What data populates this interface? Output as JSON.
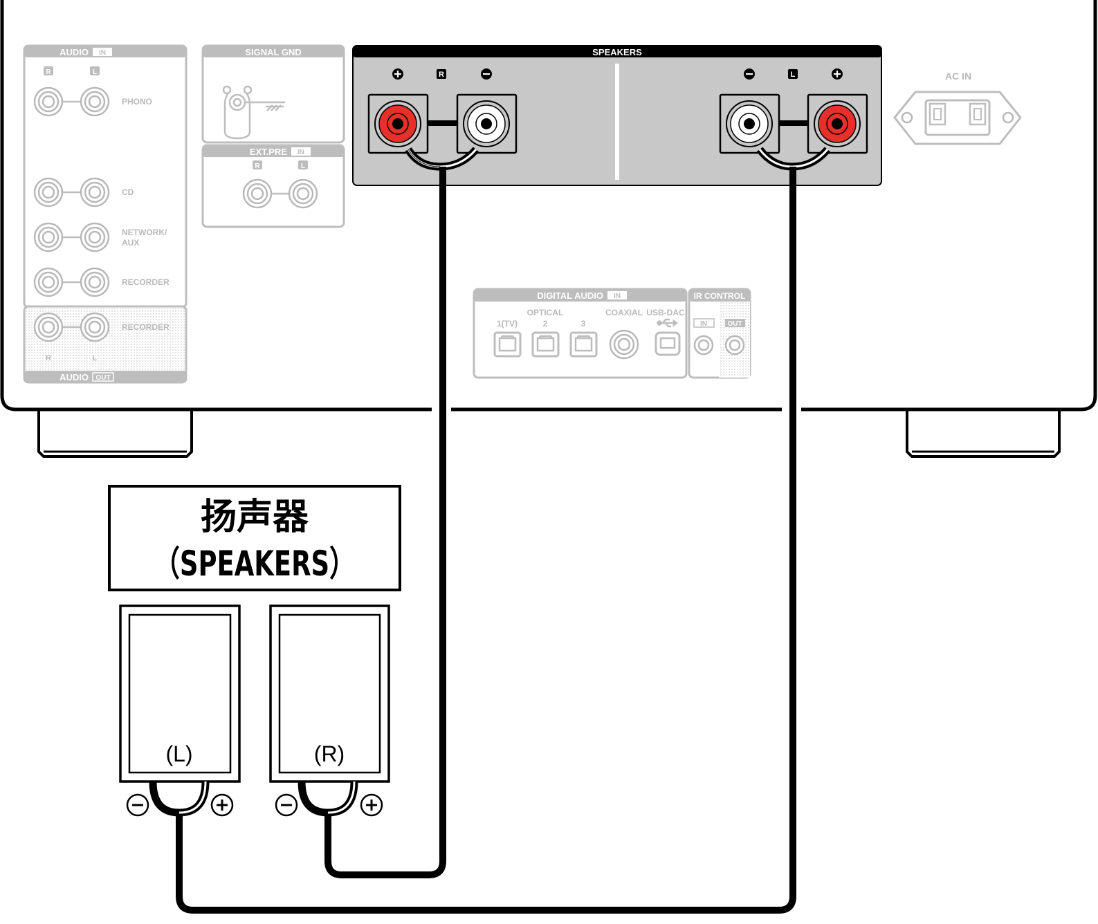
{
  "audio_in_panel": {
    "header": "AUDIO",
    "header_badge": "IN",
    "ch_r": "R",
    "ch_l": "L",
    "rows": [
      "PHONO",
      "CD",
      "NETWORK/",
      "AUX",
      "RECORDER"
    ]
  },
  "audio_out_panel": {
    "row": "RECORDER",
    "ch_r": "R",
    "ch_l": "L",
    "header": "AUDIO",
    "header_badge": "OUT"
  },
  "signal_gnd": {
    "header": "SIGNAL GND"
  },
  "ext_pre": {
    "header": "EXT.PRE",
    "header_badge": "IN",
    "ch_r": "R",
    "ch_l": "L"
  },
  "speakers_panel": {
    "header": "SPEAKERS",
    "r_plus": "+",
    "r_label": "R",
    "r_minus": "−",
    "l_minus": "−",
    "l_label": "L",
    "l_plus": "+"
  },
  "ac_in": {
    "label": "AC IN"
  },
  "digital_audio": {
    "header": "DIGITAL AUDIO",
    "header_badge": "IN",
    "optical": "OPTICAL",
    "opt1": "1(TV)",
    "opt2": "2",
    "opt3": "3",
    "coaxial": "COAXIAL",
    "usb": "USB-DAC"
  },
  "ir_control": {
    "header": "IR CONTROL",
    "in": "IN",
    "out": "OUT"
  },
  "speakers_box": {
    "line1": "扬声器",
    "line2": "（SPEAKERS）"
  },
  "speaker_left": {
    "label": "(L)",
    "minus": "−",
    "plus": "+"
  },
  "speaker_right": {
    "label": "(R)",
    "minus": "−",
    "plus": "+"
  },
  "colors": {
    "panel_grey": "#c8c8c8",
    "ghost_grey": "#bdbdbd",
    "terminal_red": "#e8302a",
    "outline_black": "#000000"
  }
}
